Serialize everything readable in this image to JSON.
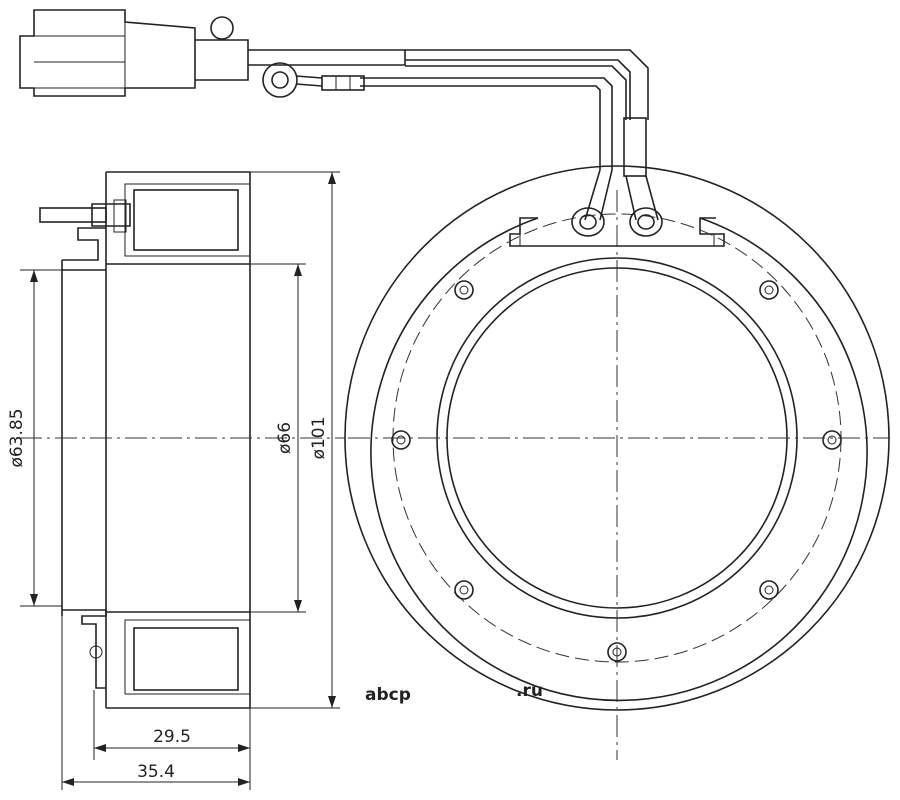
{
  "dimensions": {
    "d_inner": "ø63.85",
    "d_66": "ø66",
    "d_outer": "ø101",
    "width_29_5": "29.5",
    "width_35_4": "35.4"
  },
  "watermark": {
    "brand": "abcp",
    "suffix": ".ru"
  }
}
